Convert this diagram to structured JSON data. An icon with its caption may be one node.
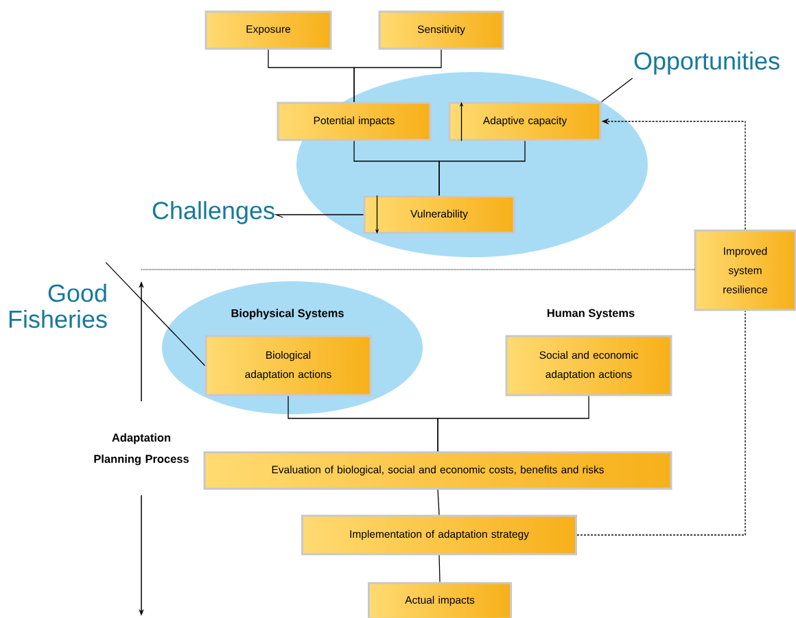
{
  "diagram": {
    "nodes": [
      {
        "text": [
          "Exposure"
        ]
      },
      {
        "text": [
          "Sensitivity"
        ]
      },
      {
        "text": [],
        "shape": "ellipse"
      },
      {
        "text": [
          "Potential impacts"
        ],
        "in": 2
      },
      {
        "text": [
          "Adaptive capacity"
        ],
        "in": 2
      },
      {
        "text": [
          "Vulnerability"
        ],
        "in": 2
      },
      {
        "text": [
          "Opportunities"
        ]
      },
      {
        "text": [
          "Challenges"
        ]
      },
      {
        "text": [
          "Improved system resilience"
        ]
      },
      {
        "text": [
          "Good Fisheries"
        ]
      },
      {
        "text": [
          "Biophysical Systems"
        ]
      },
      {
        "text": [
          "Biological adaptation actions"
        ],
        "in": 10
      },
      {
        "text": [
          "Human Systems",
          "Social and economic adaptation actions"
        ]
      },
      {
        "text": [
          "Evaluation of biological, social and economic costs, benefits and risks"
        ]
      },
      {
        "text": [
          "Implementation of adaptation strategy"
        ]
      },
      {
        "text": [
          "Actual impacts"
        ]
      }
    ],
    "edges": [
      {
        "from": 0,
        "to": 3,
        "arrow": "none"
      },
      {
        "from": 1,
        "to": 3,
        "arrow": "none"
      },
      {
        "from": 3,
        "to": 5,
        "arrow": "none"
      },
      {
        "from": 4,
        "to": 5,
        "arrow": "none"
      },
      {
        "from": 6,
        "to": 4,
        "arrow": "none"
      },
      {
        "from": 7,
        "to": 5,
        "arrow": "none"
      },
      {
        "from": 8,
        "to": 4,
        "arrow": "to",
        "style": "dashed"
      },
      {
        "from": 14,
        "to": 8,
        "arrow": "none",
        "style": "dashed"
      },
      {
        "from": 9,
        "to": 11,
        "arrow": "none"
      },
      {
        "from": 11,
        "to": 13,
        "arrow": "none"
      },
      {
        "from": 12,
        "to": 13,
        "arrow": "none"
      },
      {
        "from": 13,
        "to": 14,
        "arrow": "none"
      },
      {
        "from": 14,
        "to": 15,
        "arrow": "none"
      }
    ],
    "labels": [
      "Adaptation Planning Process"
    ]
  }
}
